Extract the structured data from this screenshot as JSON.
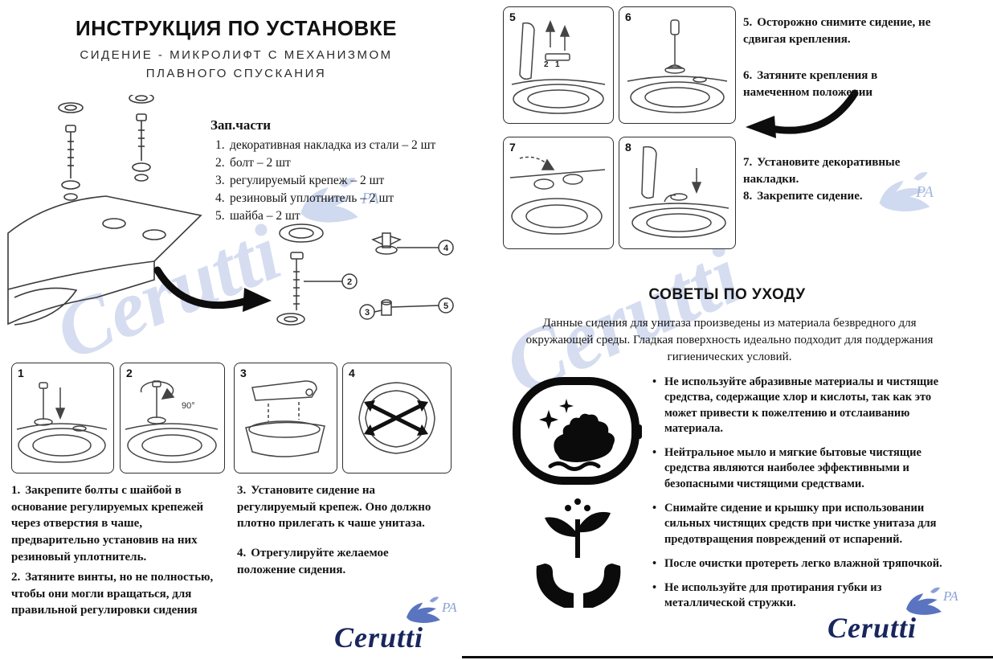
{
  "page1": {
    "title": "ИНСТРУКЦИЯ ПО УСТАНОВКЕ",
    "subtitle1": "СИДЕНИЕ - МИКРОЛИФТ С МЕХАНИЗМОМ",
    "subtitle2": "ПЛАВНОГО СПУСКАНИЯ",
    "parts_heading": "Зап.части",
    "parts": [
      {
        "num": "1.",
        "label": "декоративная накладка из стали – 2 шт"
      },
      {
        "num": "2.",
        "label": "болт – 2 шт"
      },
      {
        "num": "3.",
        "label": "регулируемый крепеж – 2 шт"
      },
      {
        "num": "4.",
        "label": "резиновый уплотнитель – 2 шт"
      },
      {
        "num": "5.",
        "label": "шайба – 2 шт"
      }
    ],
    "diagram_callouts": [
      "2",
      "4",
      "3",
      "5"
    ],
    "box_numbers": [
      "1",
      "2",
      "3",
      "4"
    ],
    "angle_label": "90°",
    "instructions": [
      {
        "num": "1.",
        "text": "Закрепите болты с шайбой в основание регулируемых крепежей через отверстия в чаше, предварительно установив на них резиновый уплотнитель."
      },
      {
        "num": "2.",
        "text": "Затяните винты, но не полностью, чтобы они могли вращаться, для правильной регулировки сидения"
      },
      {
        "num": "3.",
        "text": "Установите сидение на регулируемый крепеж. Оно должно плотно прилегать к чаше унитаза."
      },
      {
        "num": "4.",
        "text": "Отрегулируйте желаемое положение сидения."
      }
    ]
  },
  "page2": {
    "box_numbers": [
      "5",
      "6",
      "7",
      "8"
    ],
    "box5_labels": [
      "2",
      "1"
    ],
    "instructions": [
      {
        "num": "5.",
        "text": "Осторожно снимите сидение, не сдвигая крепления."
      },
      {
        "num": "6.",
        "text": "Затяните крепления в намеченном положении"
      },
      {
        "num": "7.",
        "text": "Установите декоративные накладки."
      },
      {
        "num": "8.",
        "text": "Закрепите сидение."
      }
    ],
    "care_title": "СОВЕТЫ ПО УХОДУ",
    "care_intro": "Данные сидения для унитаза произведены из материала безвредного для окружающей среды. Гладкая поверхность идеально подходит для поддержания гигиенических условий.",
    "care_bullets": [
      "Не используйте абразивные материалы и чистящие средства, содержащие хлор и кислоты, так как это может привести к пожелтению и отслаиванию материала.",
      "Нейтральное мыло и мягкие бытовые чистящие средства являются наиболее эффективными и безопасными чистящими средствами.",
      "Снимайте сидение и крышку при использовании сильных чистящих средств при чистке унитаза для предотвращения повреждений от испарений.",
      "После очистки протереть легко влажной тряпочкой.",
      "Не используйте для протирания губки из металлической стружки."
    ]
  },
  "brand": {
    "logo_text": "Cerutti",
    "logo_badge": "PA",
    "watermark_text": "Cerutti"
  }
}
